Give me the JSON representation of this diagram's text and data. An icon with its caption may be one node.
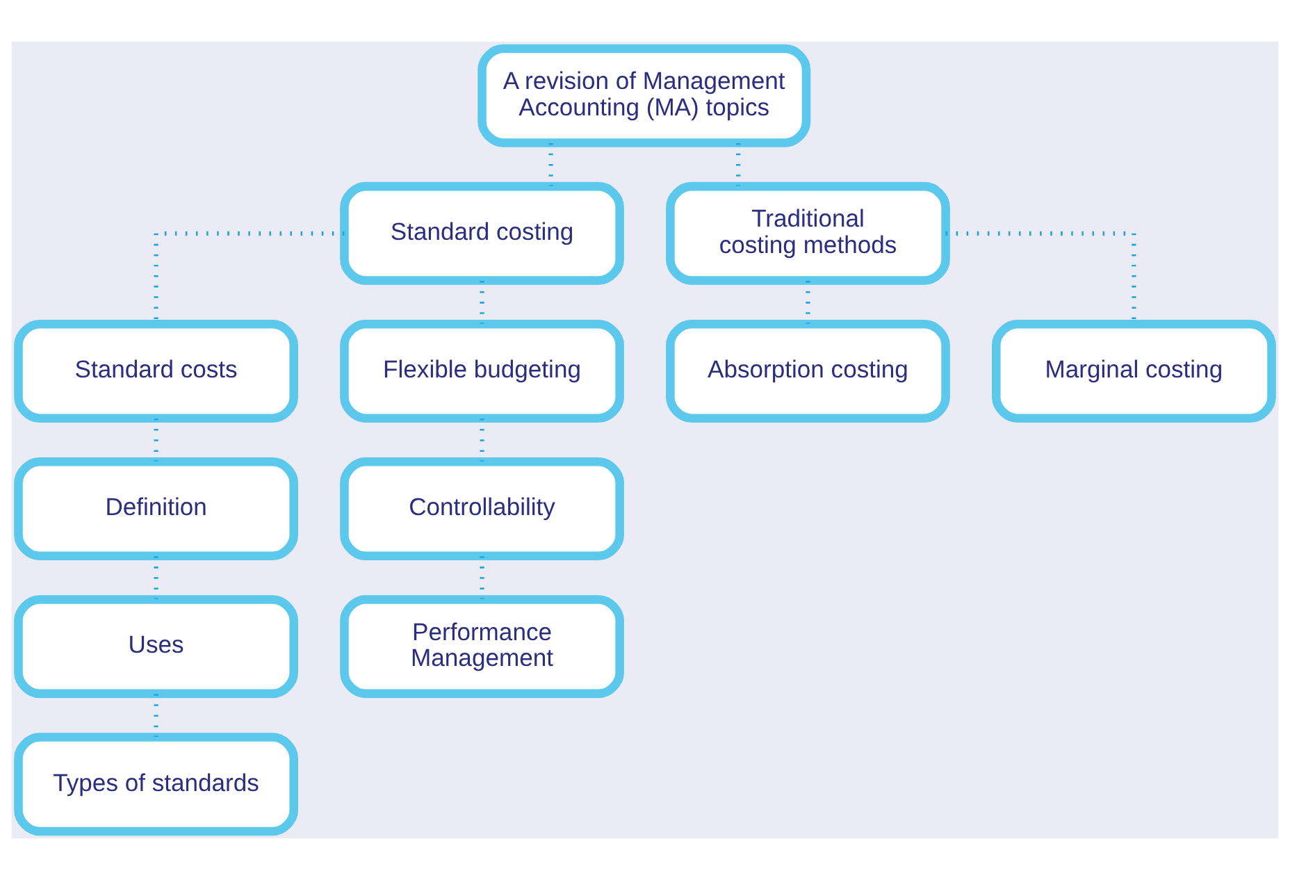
{
  "diagram": {
    "nodes": [
      {
        "text": [
          "A revision of Management Accounting (MA) topics"
        ]
      },
      {
        "text": [
          "Standard costing"
        ]
      },
      {
        "text": [
          "Traditional costing methods"
        ]
      },
      {
        "text": [
          "Standard costs"
        ]
      },
      {
        "text": [
          "Flexible budgeting"
        ]
      },
      {
        "text": [
          "Absorption costing"
        ]
      },
      {
        "text": [
          "Marginal costing"
        ]
      },
      {
        "text": [
          "Definition"
        ]
      },
      {
        "text": [
          "Uses"
        ]
      },
      {
        "text": [
          "Types of standards"
        ]
      },
      {
        "text": [
          "Controllability"
        ]
      },
      {
        "text": [
          "Performance Management"
        ]
      }
    ],
    "edges": [
      {
        "from": 0,
        "to": 1,
        "arrow": "none"
      },
      {
        "from": 0,
        "to": 2,
        "arrow": "none"
      },
      {
        "from": 1,
        "to": 3,
        "arrow": "none"
      },
      {
        "from": 1,
        "to": 4,
        "arrow": "none"
      },
      {
        "from": 2,
        "to": 5,
        "arrow": "none"
      },
      {
        "from": 2,
        "to": 6,
        "arrow": "none"
      },
      {
        "from": 3,
        "to": 7,
        "arrow": "none"
      },
      {
        "from": 7,
        "to": 8,
        "arrow": "none"
      },
      {
        "from": 8,
        "to": 9,
        "arrow": "none"
      },
      {
        "from": 4,
        "to": 10,
        "arrow": "none"
      },
      {
        "from": 10,
        "to": 11,
        "arrow": "none"
      }
    ]
  }
}
